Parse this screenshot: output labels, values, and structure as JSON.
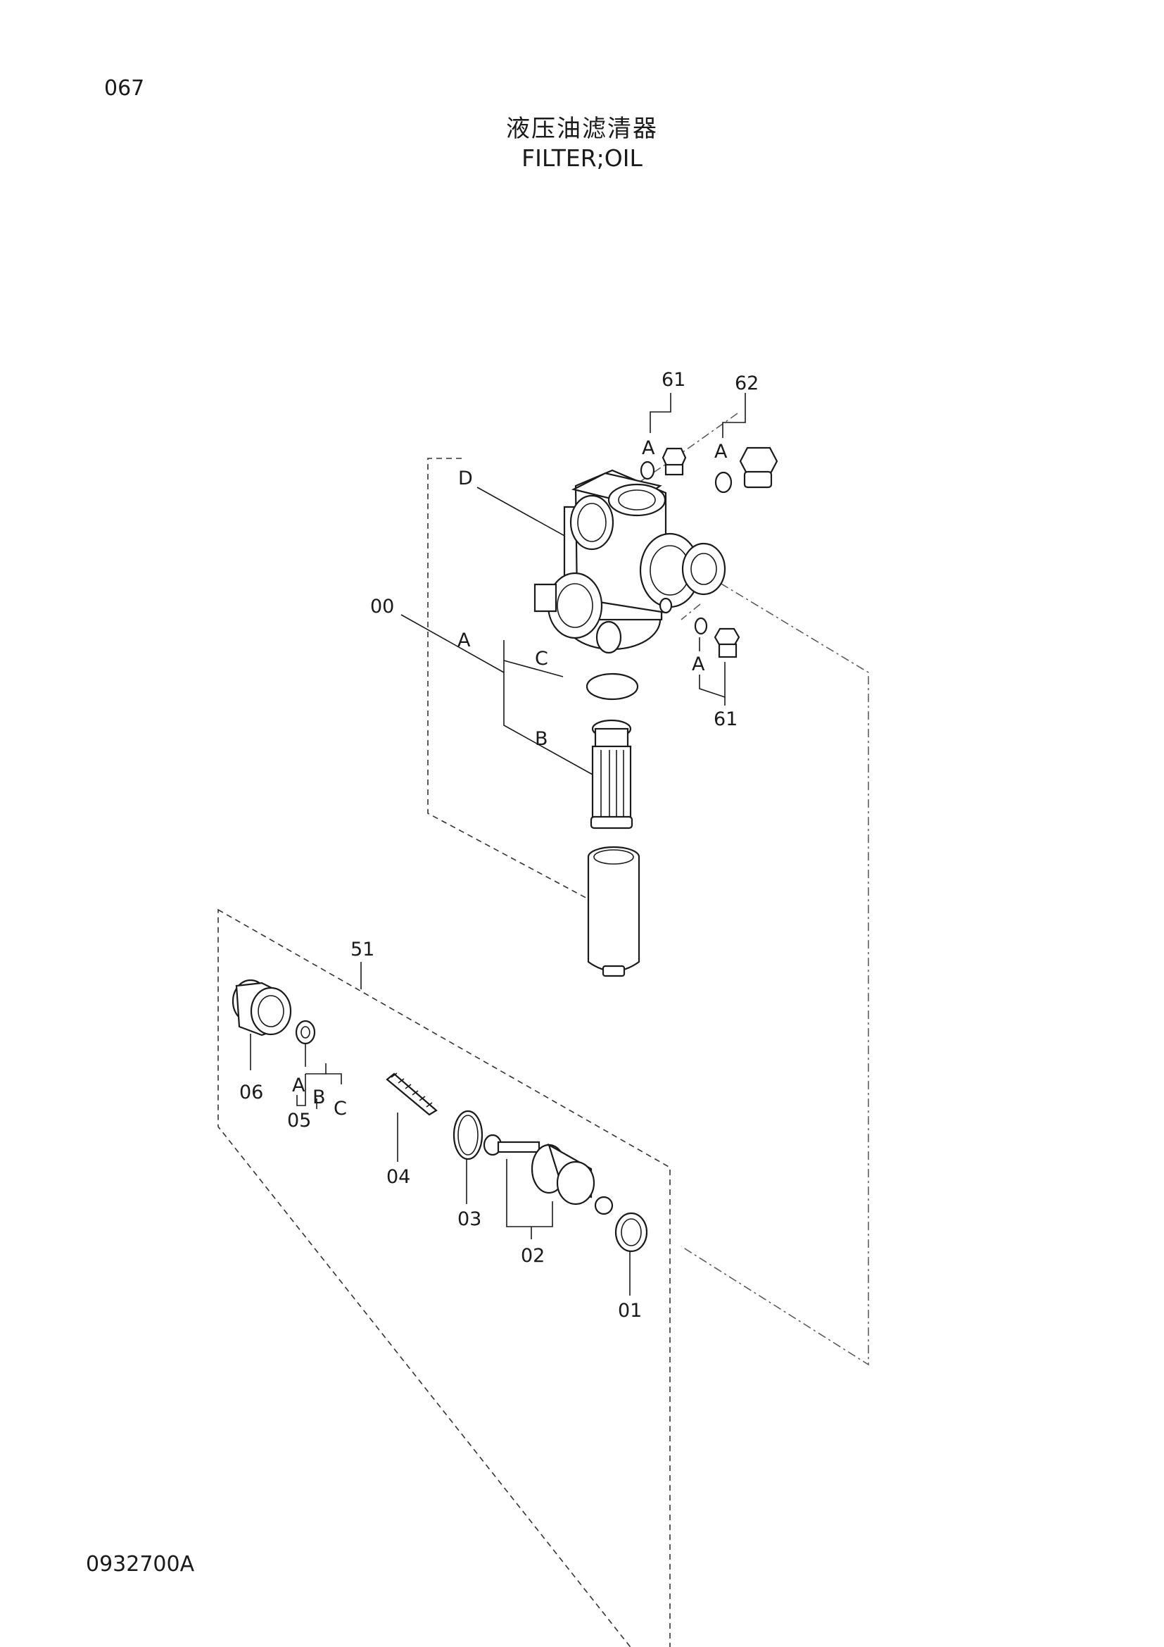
{
  "page": {
    "number": "067",
    "title_cn": "液压油滤清器",
    "title_en": "FILTER;OIL",
    "doc_code": "0932700A"
  },
  "callouts": {
    "p61_top": "61",
    "p62": "62",
    "p61_side": "61",
    "p00": "00",
    "p51": "51",
    "p06": "06",
    "p05": "05",
    "p04": "04",
    "p03": "03",
    "p02": "02",
    "p01": "01"
  },
  "sublabels": {
    "a_61": "A",
    "a_62": "A",
    "a_61b": "A",
    "d": "D",
    "a_00": "A",
    "c": "C",
    "b": "B",
    "a_05": "A",
    "b_05": "B",
    "c_05": "C"
  }
}
